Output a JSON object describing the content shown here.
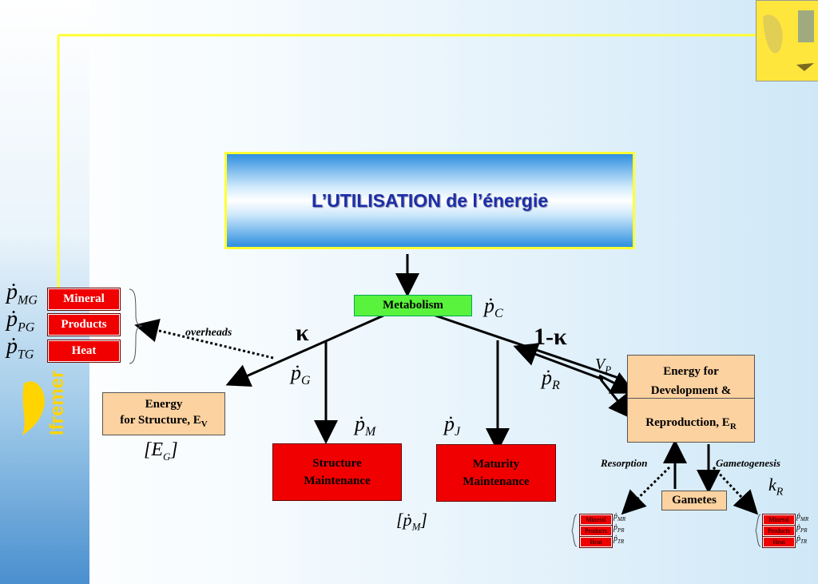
{
  "title": "L’UTILISATION de l’énergie",
  "logo": "Ifremer",
  "metabolism": "Metabolism",
  "labels": {
    "kappa": "κ",
    "one_minus_kappa": "1-κ",
    "overheads": "overheads",
    "resorption": "Resorption",
    "gametogenesis": "Gametogenesis"
  },
  "left_products": {
    "mineral": "Mineral",
    "products": "Products",
    "heat": "Heat"
  },
  "symbols": {
    "p_mg_base": "ṗ",
    "p_mg_sub": "MG",
    "p_pg_base": "ṗ",
    "p_pg_sub": "PG",
    "p_tg_base": "ṗ",
    "p_tg_sub": "TG",
    "p_c_base": "ṗ",
    "p_c_sub": "C",
    "p_g_base": "ṗ",
    "p_g_sub": "G",
    "p_m_base": "ṗ",
    "p_m_sub": "M",
    "p_j_base": "ṗ",
    "p_j_sub": "J",
    "p_r_base": "ṗ",
    "p_r_sub": "R",
    "v_p_base": "V",
    "v_p_sub": "P",
    "k_r_base": "k",
    "k_r_sub": "R",
    "e_g_bracket": "[E",
    "e_g_sub": "G",
    "e_g_close": "]",
    "pm_bracket": "[ṗ",
    "pm_sub": "M",
    "pm_close": "]"
  },
  "boxes": {
    "energy_structure_line1": "Energy",
    "energy_structure_line2": "for Structure, E",
    "energy_structure_sub": "V",
    "structure_maint_line1": "Structure",
    "structure_maint_line2": "Maintenance",
    "maturity_maint_line1": "Maturity",
    "maturity_maint_line2": "Maintenance",
    "energy_dev_line1": "Energy for",
    "energy_dev_line2": "Development &",
    "energy_dev_line3": "Reproduction, E",
    "energy_dev_sub": "R",
    "gametes": "Gametes"
  },
  "small_groups": [
    {
      "mineral": "Mineral",
      "products": "Products",
      "heat": "Heat",
      "s1": "ṗ",
      "s1sub": "MR",
      "s2": "ṗ",
      "s2sub": "PR",
      "s3": "ṗ",
      "s3sub": "TR"
    },
    {
      "mineral": "Mineral",
      "products": "Products",
      "heat": "Heat",
      "s1": "ṗ",
      "s1sub": "MR",
      "s2": "ṗ",
      "s2sub": "PR",
      "s3": "ṗ",
      "s3sub": "TR"
    }
  ],
  "colors": {
    "frame": "#ffff33",
    "title": "#1c2fa8",
    "red": "#f00000",
    "green": "#59f23c",
    "peach": "#fcd2a0",
    "book": "#ffe63d"
  }
}
